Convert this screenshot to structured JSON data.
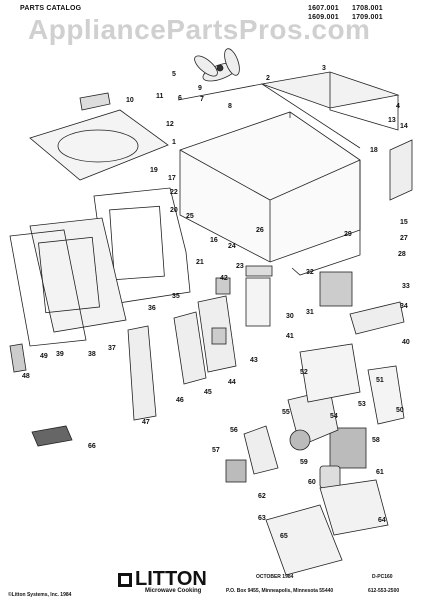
{
  "header": {
    "catalog_title": "PARTS CATALOG",
    "models": [
      "1607.001",
      "1708.001",
      "1609.001",
      "1709.001"
    ]
  },
  "watermark": "AppliancePartsPros.com",
  "footer": {
    "copyright": "©Litton Systems, Inc. 1984",
    "brand": "LITTON",
    "brand_sub": "Microwave Cooking",
    "date": "OCTOBER 1984",
    "address": "P.O. Box 9455, Minneapolis, Minnesota 55440",
    "phone": "612-553-2500",
    "doc_id": "D-PC160"
  },
  "callouts": [
    "1",
    "2",
    "3",
    "4",
    "5",
    "6",
    "7",
    "8",
    "9",
    "10",
    "11",
    "12",
    "13",
    "14",
    "15",
    "16",
    "17",
    "18",
    "19",
    "20",
    "21",
    "22",
    "23",
    "24",
    "25",
    "26",
    "27",
    "28",
    "29",
    "30",
    "31",
    "32",
    "33",
    "34",
    "35",
    "36",
    "37",
    "38",
    "39",
    "40",
    "41",
    "42",
    "43",
    "44",
    "45",
    "46",
    "47",
    "48",
    "49",
    "50",
    "51",
    "52",
    "53",
    "54",
    "55",
    "56",
    "57",
    "58",
    "59",
    "60",
    "61",
    "62",
    "63",
    "64",
    "65",
    "66"
  ]
}
